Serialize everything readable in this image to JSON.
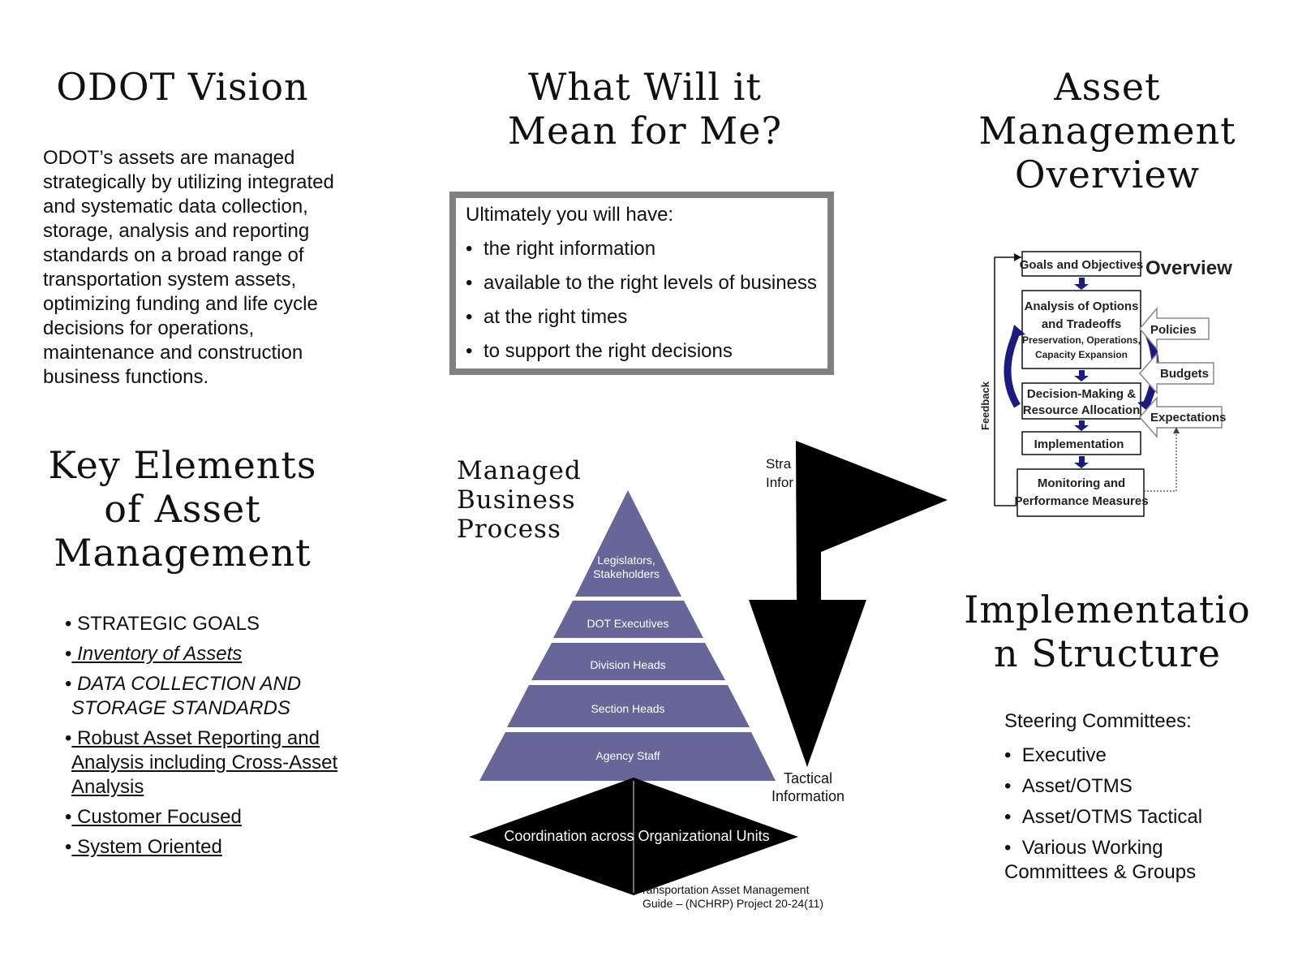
{
  "vision": {
    "title": "ODOT Vision",
    "lines": [
      "ODOT’s assets are managed",
      "strategically by utilizing integrated",
      "and systematic data collection,",
      "storage, analysis and reporting",
      "standards on a broad range of",
      "transportation system assets,",
      "optimizing funding and life cycle",
      "decisions for operations,",
      "maintenance and construction",
      "business functions."
    ]
  },
  "mean": {
    "title_line1": "What Will it",
    "title_line2": "Mean for Me?",
    "intro": "Ultimately you will have:",
    "items": [
      "the right information",
      "available to the right levels of business",
      "at the right times",
      "to support the right decisions"
    ]
  },
  "overview": {
    "title_line1": "Asset",
    "title_line2": "Management",
    "title_line3": "Overview",
    "diagram": {
      "heading": "Overview",
      "goals": "Goals and Objectives",
      "analysis_line1": "Analysis of Options",
      "analysis_line2": "and Tradeoffs",
      "analysis_line3": "Preservation, Operations,",
      "analysis_line4": "Capacity Expansion",
      "decision_line1": "Decision-Making &",
      "decision_line2": "Resource Allocation",
      "implementation": "Implementation",
      "monitoring_line1": "Monitoring and",
      "monitoring_line2": "Performance Measures",
      "feedback": "Feedback",
      "policies": "Policies",
      "budgets": "Budgets",
      "expectations": "Expectations"
    }
  },
  "key": {
    "title_line1": "Key Elements",
    "title_line2": "of Asset",
    "title_line3": "Management",
    "items": [
      {
        "text": "STRATEGIC GOALS"
      },
      {
        "text": " Inventory of Assets"
      },
      {
        "line1": " DATA COLLECTION AND",
        "line2": "STORAGE STANDARDS"
      },
      {
        "line1": " Robust Asset Reporting and",
        "line2": "Analysis including Cross-Asset",
        "line3": "Analysis"
      },
      {
        "text": " Customer Focused"
      },
      {
        "text": " System Oriented"
      }
    ]
  },
  "pyramid": {
    "label_line1": "Managed",
    "label_line2": "Business",
    "label_line3": "Process",
    "tiers": [
      {
        "line1": "Legislators,",
        "line2": "Stakeholders"
      },
      {
        "label": "DOT Executives"
      },
      {
        "label": "Division Heads"
      },
      {
        "label": "Section Heads"
      },
      {
        "label": "Agency Staff"
      }
    ],
    "strategic_line1": "Stra",
    "strategic_line2": "Infor",
    "tactical_line1": "Tactical",
    "tactical_line2": "Information",
    "coordination": "Coordination across Organizational Units",
    "source_line1": "ransportation Asset Management",
    "source_line2": "Guide – (NCHRP) Project 20-24(11)",
    "colors": {
      "tier_fill": "#666699"
    }
  },
  "implementation": {
    "title_line1": "Implementatio",
    "title_line2": "n Structure",
    "intro": "Steering Committees:",
    "items": [
      {
        "text": "Executive"
      },
      {
        "text": "Asset/OTMS"
      },
      {
        "text": "Asset/OTMS Tactical"
      },
      {
        "line1": "Various Working",
        "line2": "Committees & Groups"
      }
    ]
  }
}
